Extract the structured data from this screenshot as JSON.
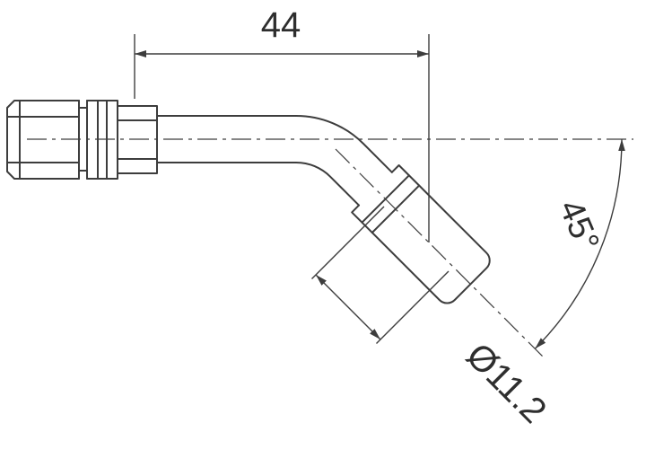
{
  "drawing": {
    "type": "technical-drawing",
    "subject": "45-degree hose fitting side view",
    "dimensions": {
      "length": {
        "value": "44"
      },
      "angle": {
        "value": "45°"
      },
      "diameter": {
        "value": "Ø11.2"
      }
    },
    "colors": {
      "line": "#3d3d3d",
      "text": "#2e2e2e",
      "background": "#ffffff"
    }
  }
}
